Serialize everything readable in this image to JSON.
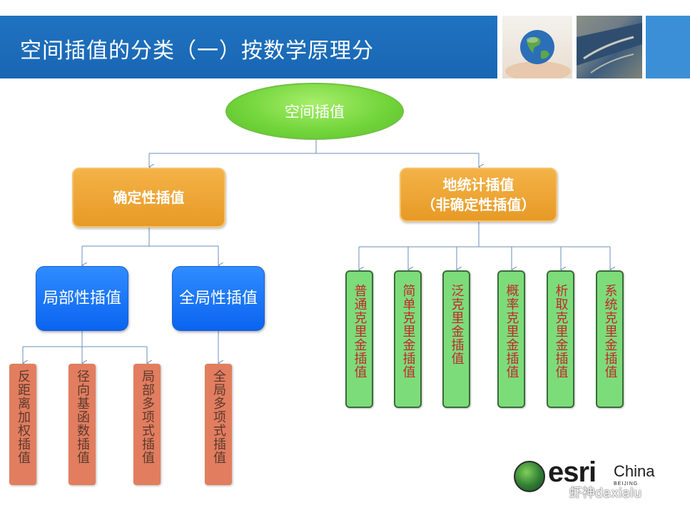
{
  "header": {
    "title": "空间插值的分类（一）按数学原理分"
  },
  "diagram": {
    "root": "空间插值",
    "deterministic": {
      "label": "确定性插值"
    },
    "geostatistical": {
      "line1": "地统计插值",
      "line2": "（非确定性插值）"
    },
    "local": {
      "label": "局部性插值"
    },
    "global": {
      "label": "全局性插值"
    },
    "local_methods": [
      "反距离加权插值",
      "径向基函数插值",
      "局部多项式插值"
    ],
    "global_methods": [
      "全局多项式插值"
    ],
    "kriging_methods": [
      "普通克里金插值",
      "简单克里金插值",
      "泛克里金插值",
      "概率克里金插值",
      "析取克里金插值",
      "系统克里金插值"
    ]
  },
  "logo": {
    "brand": "esri",
    "china": "China",
    "beijing": "BEIJING"
  },
  "watermark": {
    "text": "虾神daxialu"
  }
}
